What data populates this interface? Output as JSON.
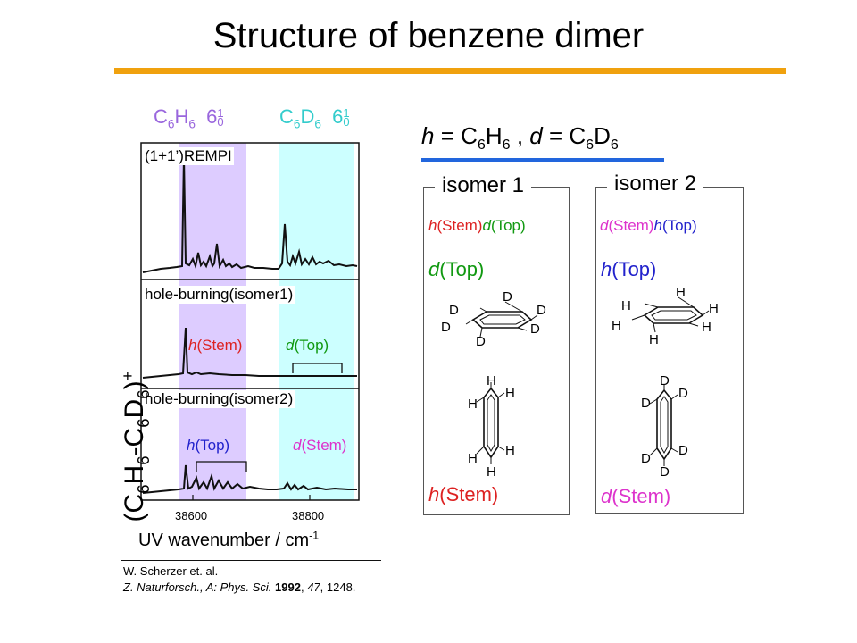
{
  "title": "Structure of benzene dimer",
  "colors": {
    "rule": "#f0a10e",
    "purple": "#9966dd",
    "cyan": "#33cccc",
    "red": "#dd2222",
    "green": "#119911",
    "blue": "#2222cc",
    "magenta": "#dd33cc",
    "blue_line": "#2266dd"
  },
  "spectrum": {
    "top_labels": {
      "c6h6": {
        "main": "C",
        "s1": "6",
        "h": "H",
        "s2": "6",
        "band": "6",
        "band_sup": "1",
        "band_sub": "0"
      },
      "c6d6": {
        "main": "C",
        "s1": "6",
        "d": "D",
        "s2": "6",
        "band": "6",
        "band_sup": "1",
        "band_sub": "0"
      }
    },
    "panels": [
      {
        "label": "(1+1’)REMPI"
      },
      {
        "label": "hole-burning(isomer1)",
        "left_italic": "h",
        "left_text": "(Stem)",
        "right_italic": "d",
        "right_text": "(Top)"
      },
      {
        "label": "hole-burning(isomer2)",
        "left_italic": "h",
        "left_text": "(Top)",
        "right_italic": "d",
        "right_text": "(Stem)"
      }
    ],
    "y_label": {
      "open": "(C",
      "s1": "6",
      "h": "H",
      "s2": "6",
      "dash": "-C",
      "s3": "6",
      "d": "D",
      "s4": "6",
      "close": ")",
      "sup": "+"
    },
    "x_ticks": [
      "38600",
      "38800"
    ],
    "x_label": "UV wavenumber / cm",
    "x_label_sup": "-1"
  },
  "reference": {
    "authors": "W. Scherzer et. al.",
    "journal": "Z. Naturforsch., A: Phys. Sci.",
    "year": "1992",
    "volume": "47",
    "pages": ", 1248."
  },
  "legend": {
    "h_var": "h",
    "eq1": " = C",
    "s1": "6",
    "h": "H",
    "s2": "6",
    "comma": " , ",
    "d_var": "d",
    "eq2": " = C",
    "s3": "6",
    "d": "D",
    "s4": "6"
  },
  "isomer1": {
    "title": "isomer 1",
    "composition": {
      "a_italic": "h",
      "a_text": "(Stem)",
      "b_italic": "d",
      "b_text": "(Top)"
    },
    "top_label": {
      "italic": "d",
      "text": "(Top)"
    },
    "bottom_label": {
      "italic": "h",
      "text": "(Stem)"
    },
    "top_atom": "D",
    "bottom_atom": "H"
  },
  "isomer2": {
    "title": "isomer 2",
    "composition": {
      "a_italic": "d",
      "a_text": "(Stem)",
      "b_italic": "h",
      "b_text": "(Top)"
    },
    "top_label": {
      "italic": "h",
      "text": "(Top)"
    },
    "bottom_label": {
      "italic": "d",
      "text": "(Stem)"
    },
    "top_atom": "H",
    "bottom_atom": "D"
  }
}
